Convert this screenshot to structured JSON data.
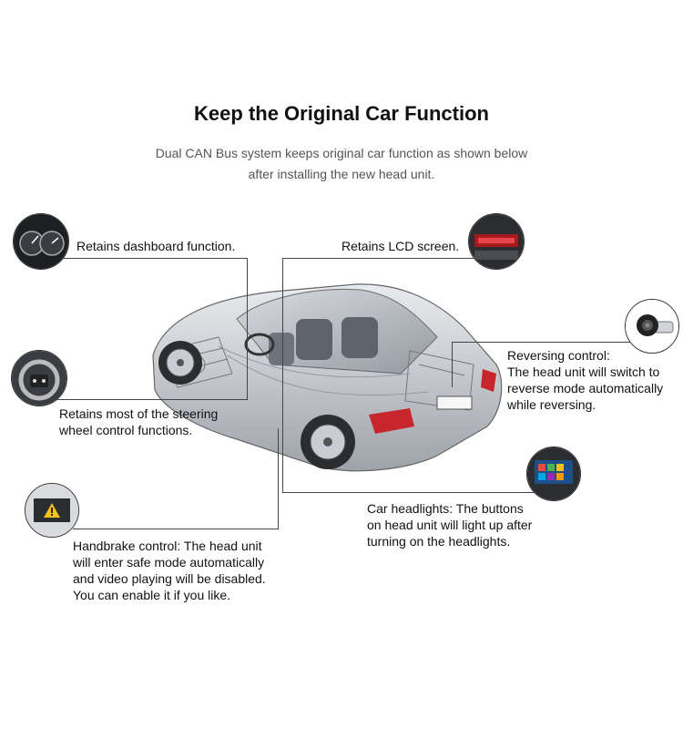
{
  "header": {
    "title": "Keep the Original Car Function",
    "subtitle_line1": "Dual CAN Bus system keeps original car function as shown below",
    "subtitle_line2": "after installing the new head unit."
  },
  "callouts": {
    "dashboard": {
      "text": "Retains dashboard function.",
      "icon": "dashboard-icon"
    },
    "lcd": {
      "text": "Retains LCD screen.",
      "icon": "lcd-screen-icon"
    },
    "reversing": {
      "lines": [
        "Reversing control:",
        "The head unit will switch to",
        "reverse mode automatically",
        "while reversing."
      ],
      "icon": "reverse-camera-icon"
    },
    "steering": {
      "lines": [
        "Retains most of the steering",
        "wheel control functions."
      ],
      "icon": "steering-wheel-icon"
    },
    "handbrake": {
      "lines": [
        "Handbrake control: The head unit",
        "will enter safe mode automatically",
        "and video playing will be disabled.",
        "You can enable it if you like."
      ],
      "icon": "warning-screen-icon"
    },
    "headlights": {
      "lines": [
        "Car headlights: The buttons",
        "on head unit will light up after",
        "turning on the headlights."
      ],
      "icon": "head-unit-icon"
    }
  }
}
